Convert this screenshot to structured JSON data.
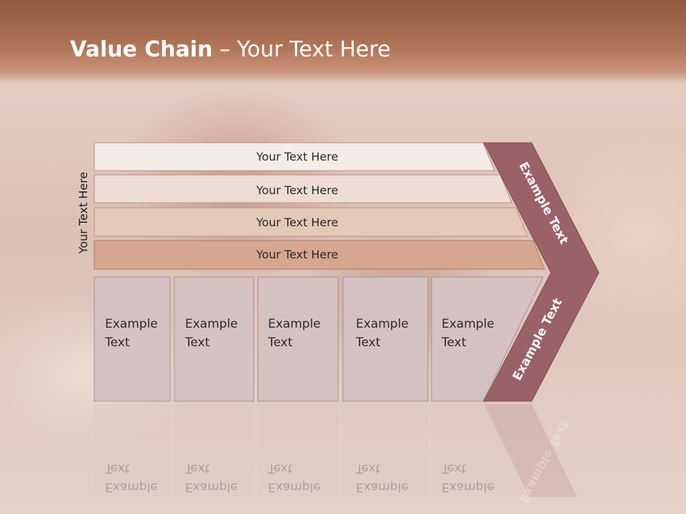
{
  "header": {
    "title_bold": "Value Chain",
    "title_rest": " – Your Text Here"
  },
  "side_label": "Your Text Here",
  "rows": [
    {
      "label": "Your Text Here"
    },
    {
      "label": "Your Text Here"
    },
    {
      "label": "Your Text Here"
    },
    {
      "label": "Your Text Here"
    }
  ],
  "cells": [
    {
      "line1": "Example",
      "line2": "Text"
    },
    {
      "line1": "Example",
      "line2": "Text"
    },
    {
      "line1": "Example",
      "line2": "Text"
    },
    {
      "line1": "Example",
      "line2": "Text"
    },
    {
      "line1": "Example",
      "line2": "Text"
    }
  ],
  "chevron": {
    "top_label": "Example Text",
    "bottom_label": "Example Text"
  },
  "colors": {
    "header": "#b07457",
    "row_fills": [
      "#f4ece8",
      "#edddd4",
      "#e4c8b8",
      "#d6a78e"
    ],
    "cell_fill": "#d6c1c2",
    "chevron_fill": "#9a6266"
  }
}
